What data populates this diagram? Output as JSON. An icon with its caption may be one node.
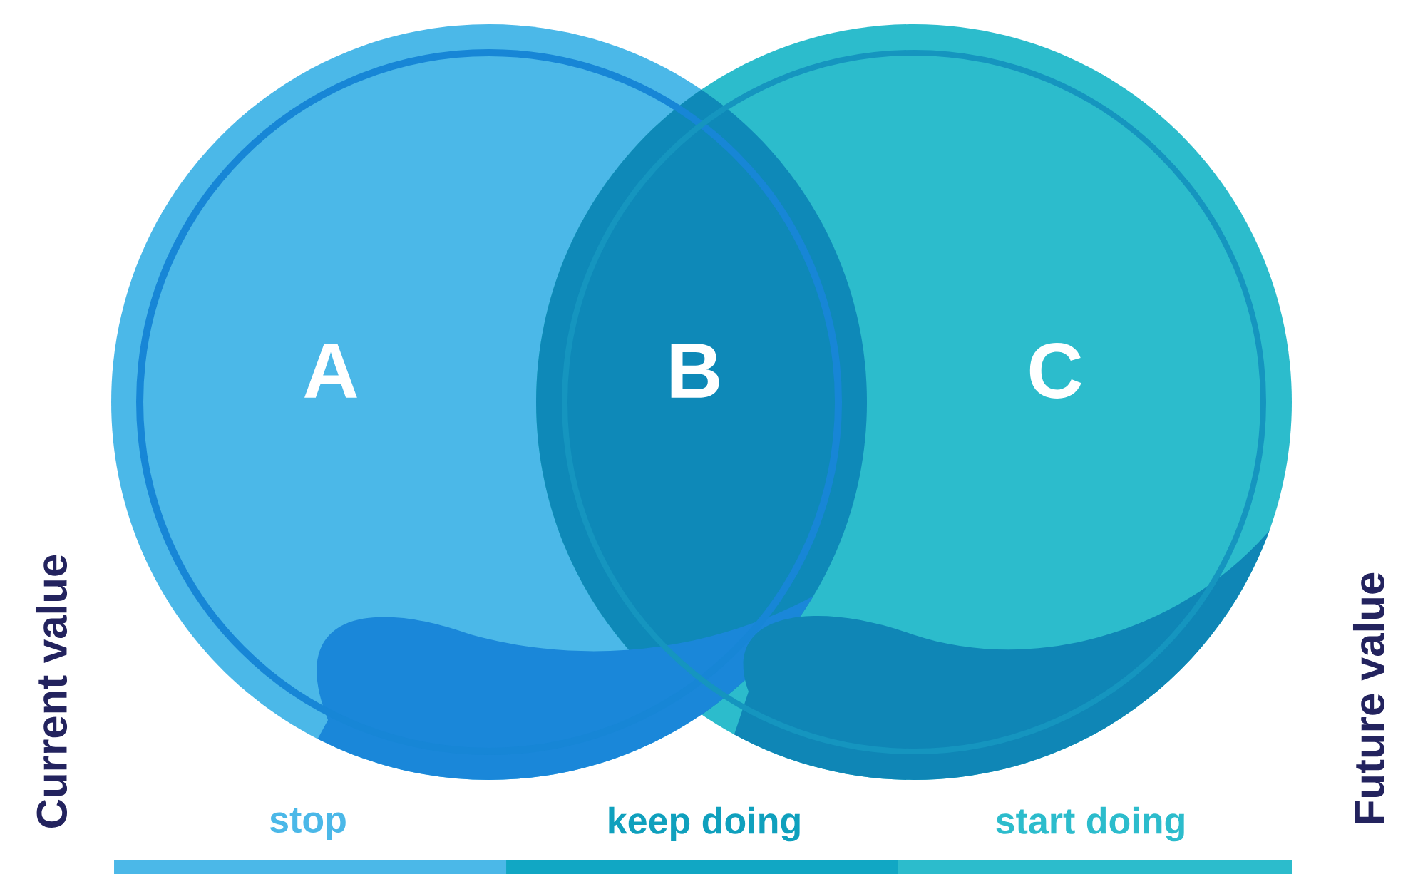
{
  "diagram": {
    "nodes": [
      {
        "text": [
          "A"
        ]
      },
      {
        "text": [
          "C"
        ]
      }
    ],
    "labels": [
      "B",
      "Current value",
      "stop",
      "keep doing",
      "start doing",
      "Future value"
    ]
  }
}
